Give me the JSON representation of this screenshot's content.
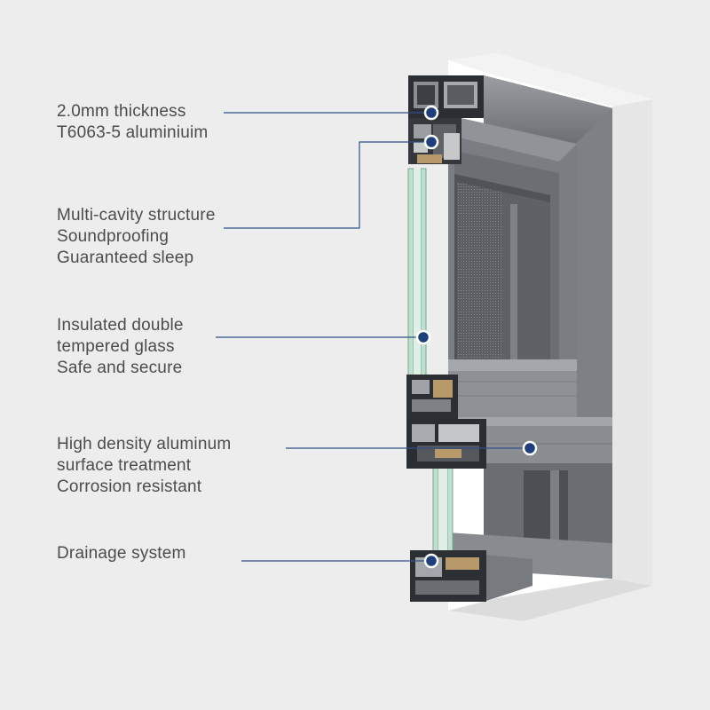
{
  "colors": {
    "background": "#ededee",
    "text": "#4c4c4c",
    "leader_line": "#2f4f86",
    "marker_fill": "#1f3f7c",
    "aluminum_face": "#6f7276",
    "aluminum_dark": "#3a3d41",
    "frame_white": "#ffffff",
    "glass": "#bfe0cf"
  },
  "callouts": [
    {
      "lines": [
        "2.0mm thickness",
        "T6063-5 aluminiuim"
      ],
      "marker_icon": "dot-marker-icon"
    },
    {
      "lines": [
        "Multi-cavity structure",
        "Soundproofing",
        "Guaranteed sleep"
      ],
      "marker_icon": "dot-marker-icon"
    },
    {
      "lines": [
        "Insulated double",
        "tempered glass",
        "Safe and secure"
      ],
      "marker_icon": "dot-marker-icon"
    },
    {
      "lines": [
        "High density aluminum",
        "surface treatment",
        "Corrosion resistant"
      ],
      "marker_icon": "dot-marker-icon"
    },
    {
      "lines": [
        "Drainage system"
      ],
      "marker_icon": "dot-marker-icon"
    }
  ]
}
